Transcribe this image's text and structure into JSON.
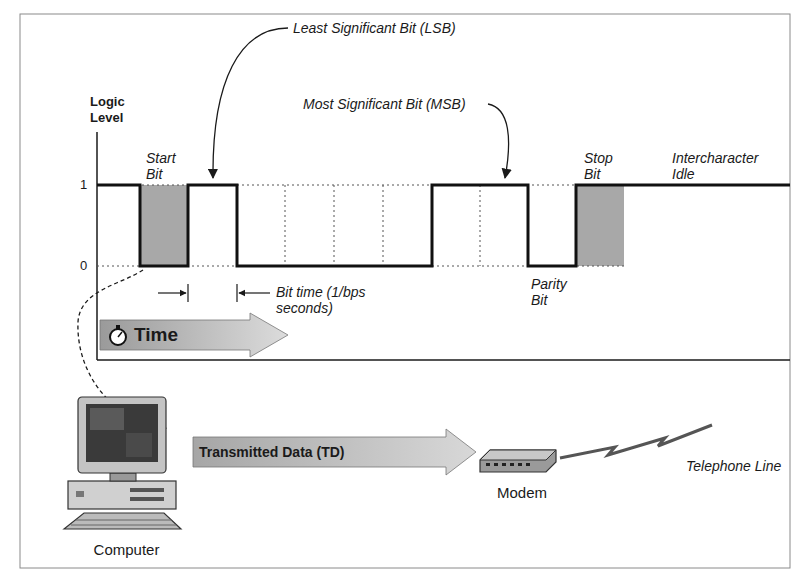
{
  "diagram": {
    "nodes": [
      {
        "text": [
          "Computer"
        ]
      },
      {
        "text": [
          "Modem"
        ]
      }
    ],
    "edges": [
      {
        "from": 0,
        "to": 1,
        "arrow": "to",
        "label": "Transmitted Data (TD)"
      }
    ],
    "labels": [
      "Least Significant Bit (LSB)",
      "Logic Level",
      "Most Significant Bit (MSB)",
      "Start Bit",
      "Stop Bit",
      "Intercharacter Idle",
      "1",
      "0",
      "Bit time (1/bps seconds)",
      "Parity Bit",
      "Time",
      "Telephone Line"
    ]
  }
}
